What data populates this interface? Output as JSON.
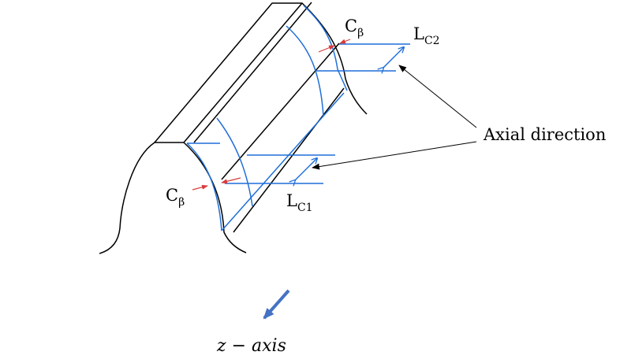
{
  "labels": {
    "c_beta_top": {
      "main": "C",
      "sub": "β"
    },
    "l_c2": {
      "main": "L",
      "sub": "C2"
    },
    "axial_direction": "Axial direction",
    "c_beta_left": {
      "main": "C",
      "sub": "β"
    },
    "l_c1": {
      "main": "L",
      "sub": "C1"
    },
    "z_axis": "z − axis"
  },
  "colors": {
    "outline": "#000000",
    "modification": "#1f6fd8",
    "dimension_arrow": "#d93a3a",
    "axis_arrow": "#4472c4"
  }
}
